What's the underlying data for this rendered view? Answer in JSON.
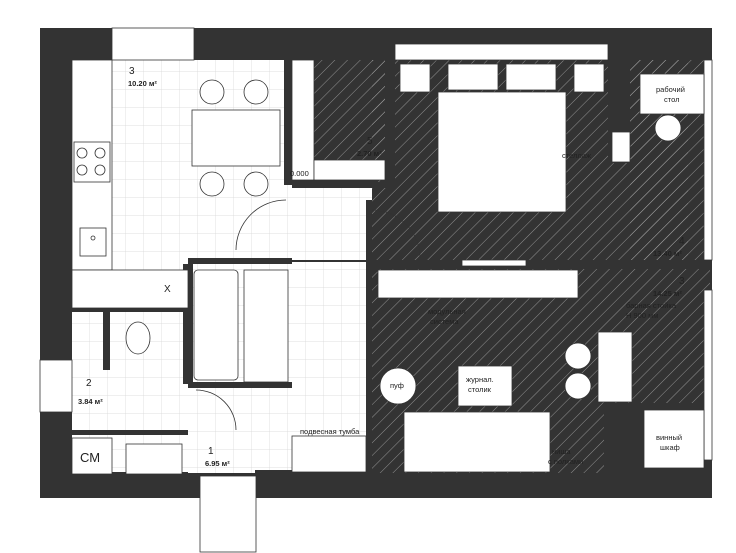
{
  "rooms": [
    {
      "num": "3",
      "area": "10.20 м²"
    },
    {
      "num": "5",
      "area": "2.70 м²"
    },
    {
      "num": "4",
      "area": "13.40 м²"
    },
    {
      "num": "3",
      "area": "14.25 м²"
    },
    {
      "num": "2",
      "area": "3.84 м²"
    },
    {
      "num": "1",
      "area": "6.95 м²"
    }
  ],
  "labels": {
    "desk_l1": "рабочий",
    "desk_l2": "стол",
    "shelving": "стеллаж",
    "level": "0.000",
    "x_mark": "X",
    "modular_l1": "модульная",
    "modular_l2": "система",
    "bar_l1": "барная стойка",
    "bar_l2": "H 900 мм",
    "pouf": "пуф",
    "coffee_l1": "журнал.",
    "coffee_l2": "столик",
    "hanging_cabinet": "подвесная тумба",
    "niche_l1": "ниша",
    "niche_l2": "с полками",
    "wine_l1": "винный",
    "wine_l2": "шкаф",
    "washer": "СМ"
  },
  "colors": {
    "wall": "#333333",
    "line": "#2a2a2a",
    "tile": "#d9d9d9",
    "hatch": "#9a9a9a",
    "floor": "#ffffff"
  }
}
